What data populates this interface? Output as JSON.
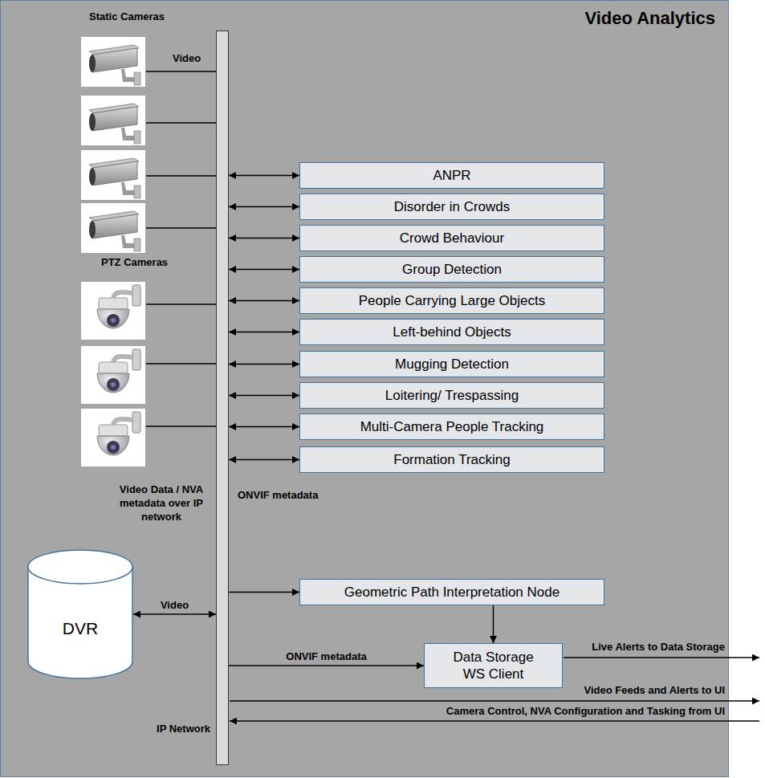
{
  "diagram": {
    "nodes": [
      {
        "text": [
          "Video Analytics"
        ]
      },
      {
        "text": [
          "IP Network"
        ],
        "in": 0
      },
      {
        "text": [
          "ANPR"
        ],
        "in": 0
      },
      {
        "text": [
          "Disorder in Crowds"
        ],
        "in": 0
      },
      {
        "text": [
          "Crowd Behaviour"
        ],
        "in": 0
      },
      {
        "text": [
          "Group Detection"
        ],
        "in": 0
      },
      {
        "text": [
          "People Carrying Large Objects"
        ],
        "in": 0
      },
      {
        "text": [
          "Left-behind Objects"
        ],
        "in": 0
      },
      {
        "text": [
          "Mugging Detection"
        ],
        "in": 0
      },
      {
        "text": [
          "Loitering/ Trespassing"
        ],
        "in": 0
      },
      {
        "text": [
          "Multi-Camera People Tracking"
        ],
        "in": 0
      },
      {
        "text": [
          "Formation Tracking"
        ],
        "in": 0
      },
      {
        "text": [
          "DVR"
        ],
        "in": 0
      },
      {
        "text": [
          "Geometric Path Interpretation Node"
        ],
        "in": 0
      },
      {
        "text": [
          "Data Storage WS Client"
        ],
        "in": 0
      }
    ],
    "edges": [
      {
        "from": 1,
        "to": 2,
        "arrow": "both"
      },
      {
        "from": 1,
        "to": 3,
        "arrow": "both"
      },
      {
        "from": 1,
        "to": 4,
        "arrow": "both"
      },
      {
        "from": 1,
        "to": 5,
        "arrow": "both"
      },
      {
        "from": 1,
        "to": 6,
        "arrow": "both"
      },
      {
        "from": 1,
        "to": 7,
        "arrow": "both"
      },
      {
        "from": 1,
        "to": 8,
        "arrow": "both"
      },
      {
        "from": 1,
        "to": 9,
        "arrow": "both"
      },
      {
        "from": 1,
        "to": 10,
        "arrow": "both"
      },
      {
        "from": 1,
        "to": 11,
        "arrow": "both"
      },
      {
        "from": 12,
        "to": 1,
        "arrow": "both",
        "label": "Video"
      },
      {
        "from": 1,
        "to": 13,
        "arrow": "to"
      },
      {
        "from": 13,
        "to": 14,
        "arrow": "to"
      },
      {
        "from": 1,
        "to": 14,
        "arrow": "to",
        "label": "ONVIF metadata"
      }
    ],
    "labels": [
      "Static Cameras",
      "Video",
      "PTZ Cameras",
      "Video Data / NVA metadata over IP network",
      "ONVIF metadata",
      "Live Alerts to Data Storage",
      "Video Feeds and Alerts to UI",
      "Camera Control, NVA Configuration and Tasking from UI"
    ]
  }
}
